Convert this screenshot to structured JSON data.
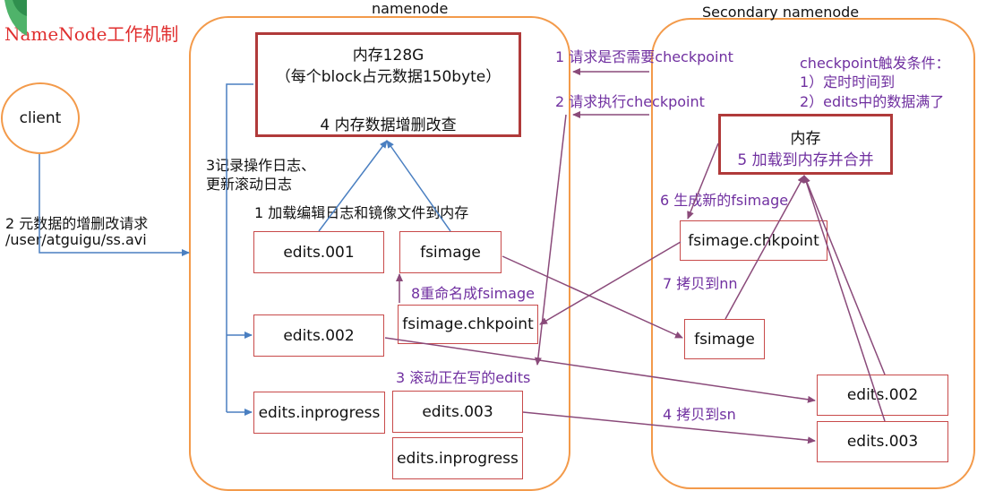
{
  "title": "NameNode工作机制",
  "client_label": "client",
  "namenode_label": "namenode",
  "secondary_label": "Secondary namenode",
  "memory_box": {
    "line1": "内存128G",
    "line2": "（每个block占元数据150byte）",
    "line3": "4 内存数据增删改查"
  },
  "sn_memory_box": {
    "line1": "内存",
    "line2": "5 加载到内存并合并"
  },
  "nn_files": {
    "edits001": "edits.001",
    "edits002": "edits.002",
    "edits_inprogress": "edits.inprogress",
    "fsimage": "fsimage",
    "fsimage_chkpoint": "fsimage.chkpoint",
    "edits003": "edits.003",
    "edits_inprogress2": "edits.inprogress"
  },
  "sn_files": {
    "fsimage_chkpoint": "fsimage.chkpoint",
    "fsimage": "fsimage",
    "edits002": "edits.002",
    "edits003": "edits.003"
  },
  "steps": {
    "step1_request": "1 请求是否需要checkpoint",
    "step2_request": "2 请求执行checkpoint",
    "step3_log_line1": "3记录操作日志、",
    "step3_log_line2": "更新滚动日志",
    "step1_load": "1 加载编辑日志和镜像文件到内存",
    "step2_client_line1": "2 元数据的增删改请求",
    "step2_client_line2": "/user/atguigu/ss.avi",
    "step8_rename": "8重命名成fsimage",
    "step3_roll": "3 滚动正在写的edits",
    "step6_generate": "6 生成新的fsimage",
    "step7_copy": "7 拷贝到nn",
    "step4_copy": "4 拷贝到sn"
  },
  "checkpoint_conditions": {
    "heading": "checkpoint触发条件：",
    "item1": "1）定时时间到",
    "item2": "2）edits中的数据满了"
  },
  "colors": {
    "title": "#e03030",
    "container_border": "#f39a4a",
    "box_border": "#c84a4a",
    "memory_border": "#b03a3a",
    "step_text": "#7030a0",
    "arrow_blue": "#4a7fc1",
    "arrow_purple": "#8a4a7a"
  }
}
